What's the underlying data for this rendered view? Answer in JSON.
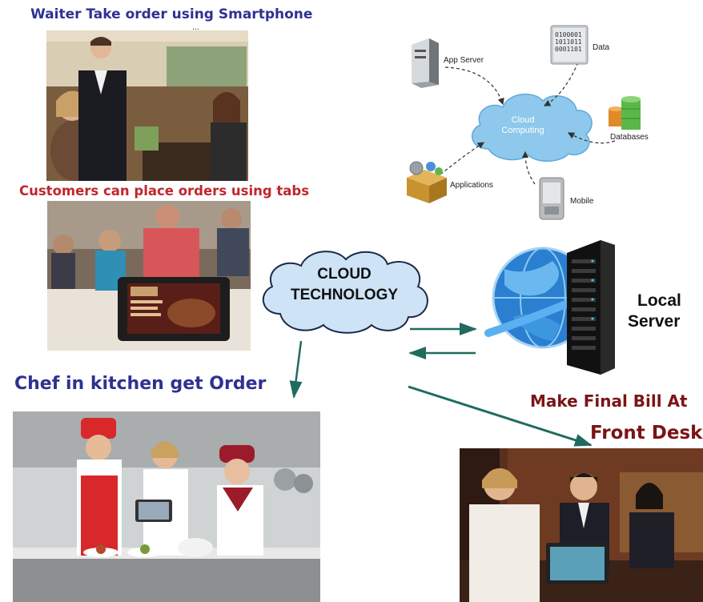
{
  "captions": {
    "waiter": "Waiter Take order using Smartphone",
    "dots": "...",
    "customers": "Customers can place orders using tabs",
    "chef": "Chef in kitchen get Order",
    "final_bill_line1": "Make  Final Bill  At",
    "final_bill_line2": "Front Desk"
  },
  "cloud_tech": {
    "line1": "CLOUD",
    "line2": "TECHNOLOGY"
  },
  "local_server": {
    "line1": "Local",
    "line2": "Server"
  },
  "cloud_diagram": {
    "center_line1": "Cloud",
    "center_line2": "Computing",
    "app_server": "App Server",
    "data": "Data",
    "data_bits": [
      "0100001",
      "1011011",
      "0001101"
    ],
    "databases": "Databases",
    "applications": "Applications",
    "mobile": "Mobile"
  },
  "colors": {
    "waiter_caption": "#2e3192",
    "customers_caption": "#c0272d",
    "chef_caption": "#2e3192",
    "final_bill_caption": "#7b1416",
    "arrow": "#1f6b5e",
    "cloud_fill": "#cfe3f7",
    "cloud_diagram_fill": "#8ec8ec"
  },
  "icons": [
    "app-server-icon",
    "data-document-icon",
    "databases-icon",
    "applications-box-icon",
    "mobile-phone-icon",
    "globe-icon",
    "server-rack-icon"
  ]
}
